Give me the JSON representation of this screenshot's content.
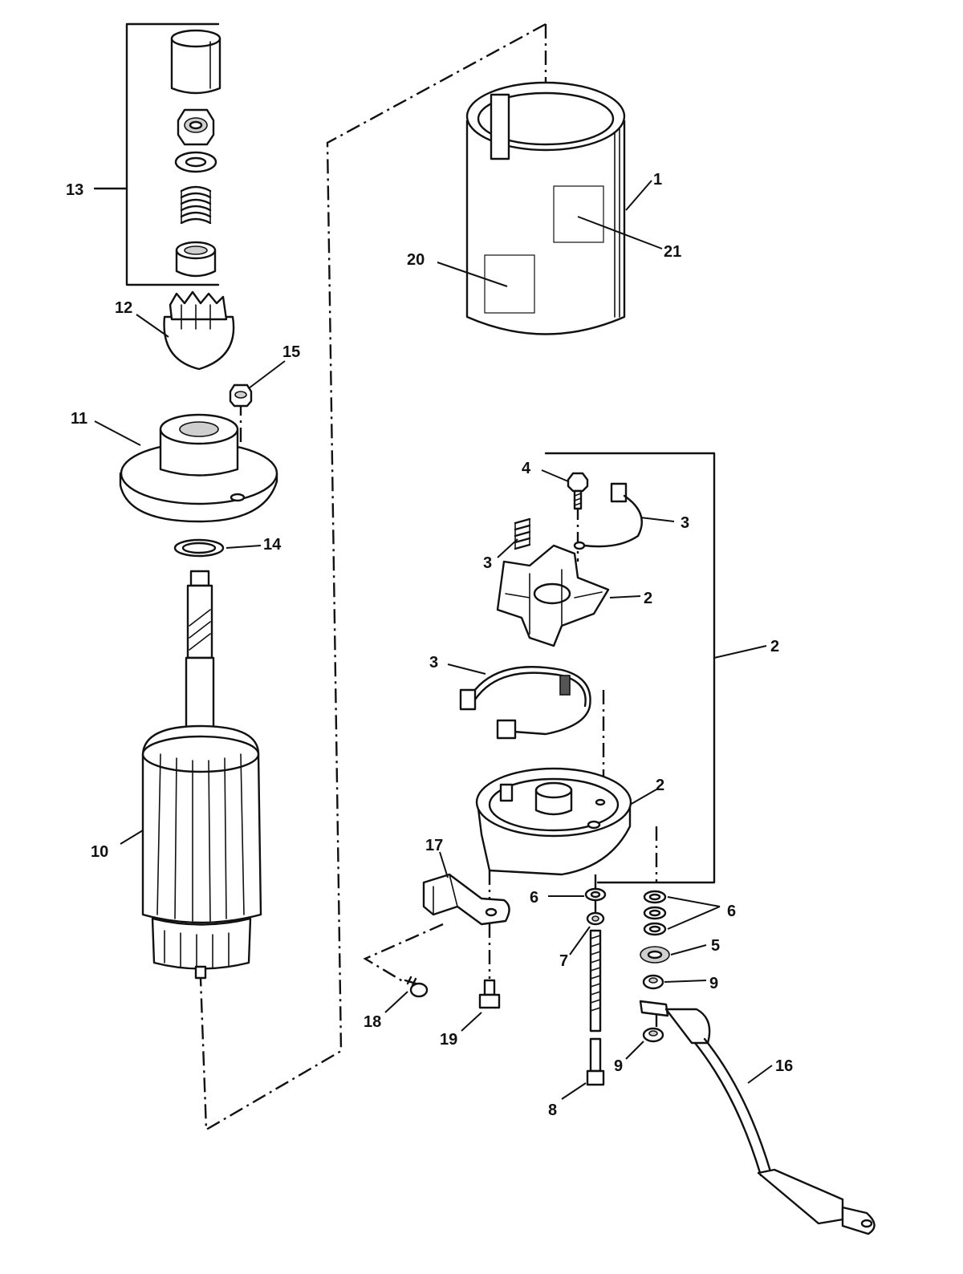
{
  "callouts": {
    "c1": "1",
    "c2a": "2",
    "c2b": "2",
    "c2c": "2",
    "c3a": "3",
    "c3b": "3",
    "c3c": "3",
    "c4": "4",
    "c5": "5",
    "c6a": "6",
    "c6b": "6",
    "c7": "7",
    "c8": "8",
    "c9a": "9",
    "c9b": "9",
    "c10": "10",
    "c11": "11",
    "c12": "12",
    "c13": "13",
    "c14": "14",
    "c15": "15",
    "c16": "16",
    "c17": "17",
    "c18": "18",
    "c19": "19",
    "c20": "20",
    "c21": "21"
  }
}
